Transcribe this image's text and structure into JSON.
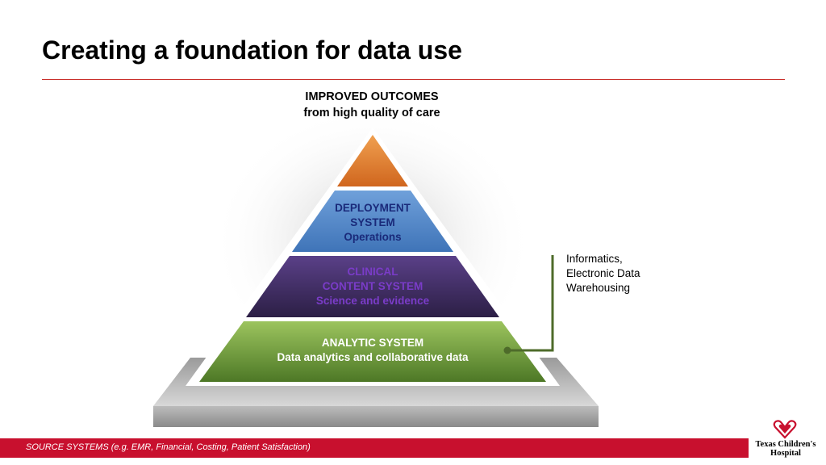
{
  "slide": {
    "title": "Creating a foundation for data use"
  },
  "pyramid": {
    "top_caption_line1": "IMPROVED OUTCOMES",
    "top_caption_line2": "from high quality of care",
    "tiers": [
      {
        "lines": [
          "DEPLOYMENT",
          "SYSTEM",
          "Operations"
        ],
        "color": "#4f86c6",
        "text_color": "#1a2a7a"
      },
      {
        "lines": [
          "CLINICAL",
          "CONTENT SYSTEM",
          "Science and evidence"
        ],
        "color": "#4a3470",
        "text_color": "#7a3cc8"
      },
      {
        "lines": [
          "ANALYTIC SYSTEM",
          "Data analytics and collaborative data"
        ],
        "color": "#6f9a3c",
        "text_color": "#ffffff"
      }
    ],
    "apex_color": "#e07b2a",
    "base_color": "#bdbdbd"
  },
  "callout": {
    "lines": [
      "Informatics,",
      "Electronic Data",
      "Warehousing"
    ],
    "line_color": "#4e6b2a"
  },
  "footer": {
    "text": "SOURCE SYSTEMS (e.g. EMR, Financial,  Costing,  Patient Satisfaction)",
    "bar_color": "#c8102e"
  },
  "logo": {
    "line1": "Texas Children's",
    "line2": "Hospital",
    "icon": "hearts-icon"
  }
}
